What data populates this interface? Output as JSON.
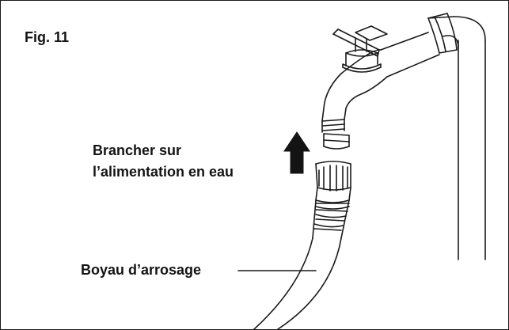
{
  "figure": {
    "title": "Fig. 11",
    "instruction_line1": "Brancher sur",
    "instruction_line2": "l’alimentation en eau",
    "hose_label": "Boyau d’arrosage"
  },
  "colors": {
    "ink": "#1a1a1a",
    "background": "#ffffff"
  },
  "icons": [
    "up-arrow-icon",
    "faucet-icon",
    "hose-icon",
    "hose-connector-icon"
  ]
}
